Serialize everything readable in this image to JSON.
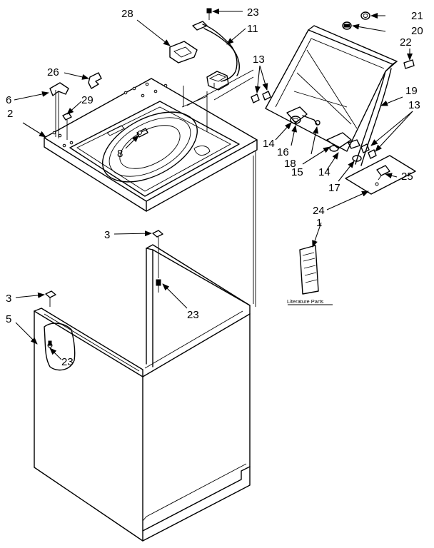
{
  "labels": {
    "n1": "1",
    "n2": "2",
    "n3a": "3",
    "n3b": "3",
    "n5": "5",
    "n6": "6",
    "n8": "8",
    "n11": "11",
    "n13a": "13",
    "n13b": "13",
    "n14a": "14",
    "n14b": "14",
    "n15": "15",
    "n16": "16",
    "n17": "17",
    "n18": "18",
    "n19": "19",
    "n20": "20",
    "n21": "21",
    "n22": "22",
    "n23a": "23",
    "n23b": "23",
    "n23c": "23",
    "n24": "24",
    "n25": "25",
    "n26": "26",
    "n28": "28",
    "n29": "29"
  },
  "caption": "Literature Parts"
}
